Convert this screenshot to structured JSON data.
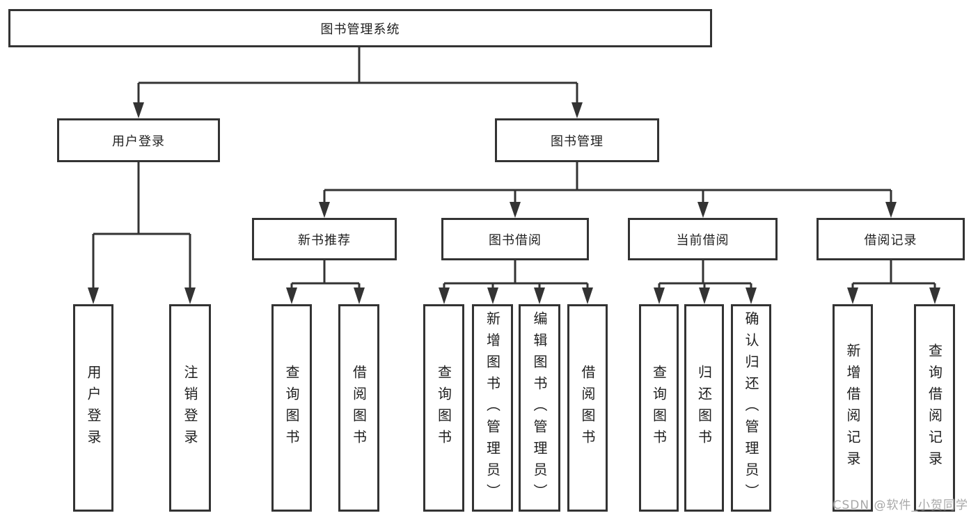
{
  "tree": {
    "label": "图书管理系统",
    "children": [
      {
        "label": "用户登录",
        "children": [
          {
            "label": "用户登录"
          },
          {
            "label": "注销登录"
          }
        ]
      },
      {
        "label": "图书管理",
        "children": [
          {
            "label": "新书推荐",
            "children": [
              {
                "label": "查询图书"
              },
              {
                "label": "借阅图书"
              }
            ]
          },
          {
            "label": "图书借阅",
            "children": [
              {
                "label": "查询图书"
              },
              {
                "label": "新增图书（管理员）"
              },
              {
                "label": "编辑图书（管理员）"
              },
              {
                "label": "借阅图书"
              }
            ]
          },
          {
            "label": "当前借阅",
            "children": [
              {
                "label": "查询图书"
              },
              {
                "label": "归还图书"
              },
              {
                "label": "确认归还（管理员）"
              }
            ]
          },
          {
            "label": "借阅记录",
            "children": [
              {
                "label": "新增借阅记录"
              },
              {
                "label": "查询借阅记录"
              }
            ]
          }
        ]
      }
    ]
  },
  "watermark": {
    "text": "CSDN @软件_小贺同学"
  },
  "colors": {
    "line": "#333333",
    "box_border": "#333333",
    "box_fill": "#ffffff",
    "text": "#1f1f1f",
    "watermark": "#a8a8a8"
  }
}
